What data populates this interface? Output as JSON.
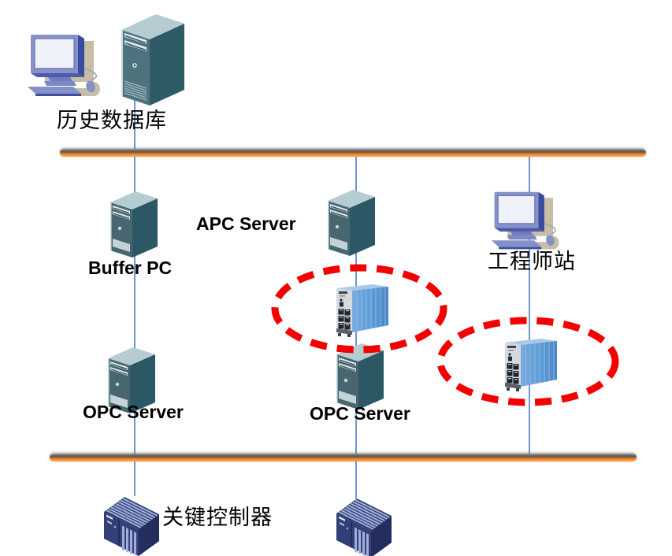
{
  "diagram": {
    "labels": {
      "historical_database": "历史数据库",
      "buffer_pc": "Buffer PC",
      "apc_server": "APC Server",
      "engineer_station": "工程师站",
      "opc_server_left": "OPC Server",
      "opc_server_middle": "OPC Server",
      "key_controller": "关键控制器"
    },
    "nodes": [
      {
        "id": "historical-database-workstation",
        "type": "desktop-computer",
        "label": "历史数据库"
      },
      {
        "id": "historical-database-tower",
        "type": "tower-server",
        "label": "历史数据库"
      },
      {
        "id": "buffer-pc",
        "type": "tower-server",
        "label": "Buffer PC"
      },
      {
        "id": "apc-server",
        "type": "tower-server",
        "label": "APC Server"
      },
      {
        "id": "engineer-station",
        "type": "desktop-computer",
        "label": "工程师站"
      },
      {
        "id": "industrial-switch-1",
        "type": "ethernet-switch",
        "highlighted": true
      },
      {
        "id": "industrial-switch-2",
        "type": "ethernet-switch",
        "highlighted": true
      },
      {
        "id": "opc-server-left",
        "type": "tower-server",
        "label": "OPC Server"
      },
      {
        "id": "opc-server-middle",
        "type": "tower-server",
        "label": "OPC Server"
      },
      {
        "id": "key-controller-left",
        "type": "plc-controller",
        "label": "关键控制器"
      },
      {
        "id": "key-controller-right",
        "type": "plc-controller",
        "label": "关键控制器"
      }
    ],
    "buses": [
      {
        "id": "upper-network-bus",
        "style": "orange-pipe"
      },
      {
        "id": "lower-network-bus",
        "style": "orange-pipe"
      }
    ],
    "highlights": [
      {
        "id": "switch-highlight-1",
        "shape": "dashed-ellipse",
        "color": "#F40000"
      },
      {
        "id": "switch-highlight-2",
        "shape": "dashed-ellipse",
        "color": "#F40000"
      }
    ],
    "colors": {
      "bus_orange": "#F79646",
      "connector_blue": "#6D99CF",
      "highlight_red": "#F40000",
      "tower_front": "#4D737E",
      "tower_side": "#2E5B66",
      "tower_top": "#B6CCD3",
      "switch_blue": "#5B9BD5",
      "controller_navy": "#2E3B72",
      "desktop_purple": "#8791C9",
      "label_color": "#000000"
    }
  }
}
